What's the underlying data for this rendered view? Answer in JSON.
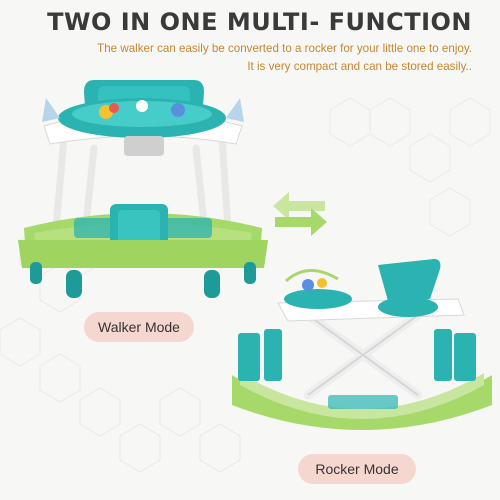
{
  "header": {
    "title": "TWO IN ONE MULTI- FUNCTION",
    "desc_line1": "The walker can easily be converted to a rocker for your little one to enjoy.",
    "desc_line2": "It is very compact and can be stored easily.."
  },
  "modes": {
    "walker_label": "Walker Mode",
    "rocker_label": "Rocker Mode"
  },
  "colors": {
    "accent_orange": "#c8862e",
    "pill_bg": "#f6d7cf",
    "green": "#a6d96a",
    "teal": "#2bb3b1"
  }
}
